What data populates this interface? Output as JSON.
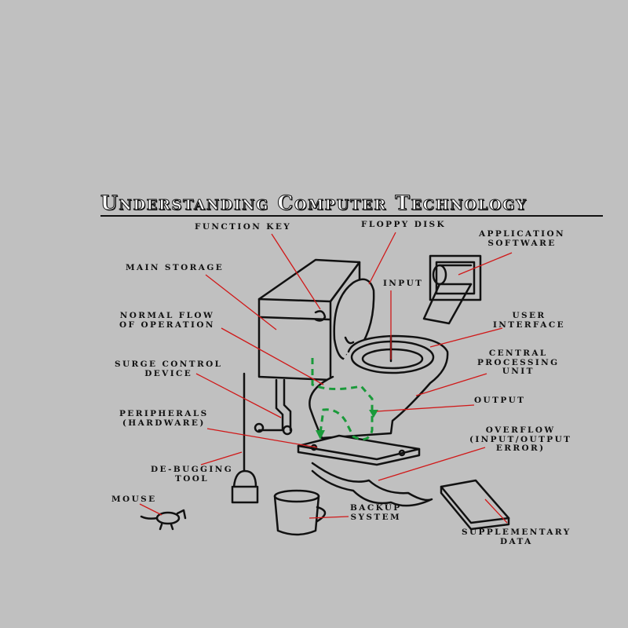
{
  "title": "Understanding Computer Technology",
  "labels": {
    "function_key": "Function Key",
    "floppy_disk": "Floppy Disk",
    "application_software": "Application\nSoftware",
    "main_storage": "Main Storage",
    "input": "Input",
    "user_interface": "User\nInterface",
    "normal_flow": "Normal Flow\nof Operation",
    "central_processing_unit": "Central\nProcessing\nUnit",
    "surge_control_device": "Surge Control\nDevice",
    "output": "Output",
    "peripherals": "Peripherals\n(Hardware)",
    "overflow": "Overflow\n(Input/Output\nError)",
    "debugging_tool": "De-Bugging\nTool",
    "mouse": "Mouse",
    "backup_system": "Backup\nSystem",
    "supplementary_data": "Supplementary\nData"
  },
  "colors": {
    "background": "#c0c0c0",
    "ink": "#111111",
    "leader_lines": "#d01818",
    "flow_arrows": "#1a9a3a"
  }
}
